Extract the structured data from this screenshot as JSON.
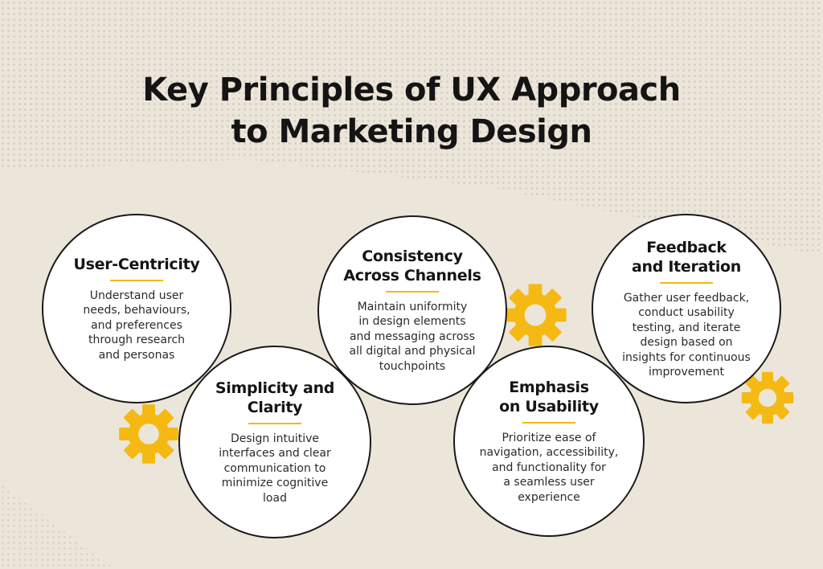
{
  "title": {
    "line1": "Key Principles of UX Approach",
    "line2": "to Marketing Design"
  },
  "principles": [
    {
      "heading": [
        "User-Centricity"
      ],
      "text": [
        "Understand user",
        "needs, behaviours,",
        "and preferences",
        "through research",
        "and personas"
      ]
    },
    {
      "heading": [
        "Simplicity and",
        "Clarity"
      ],
      "text": [
        "Design intuitive",
        "interfaces and clear",
        "communication to",
        "minimize cognitive",
        "load"
      ]
    },
    {
      "heading": [
        "Consistency",
        "Across Channels"
      ],
      "text": [
        "Maintain uniformity",
        "in design elements",
        "and messaging across",
        "all digital and physical",
        "touchpoints"
      ]
    },
    {
      "heading": [
        "Emphasis",
        "on Usability"
      ],
      "text": [
        "Prioritize ease of",
        "navigation, accessibility,",
        "and functionality for",
        "a seamless user",
        "experience"
      ]
    },
    {
      "heading": [
        "Feedback",
        "and Iteration"
      ],
      "text": [
        "Gather user feedback,",
        "conduct usability",
        "testing, and iterate",
        "design based on",
        "insights for continuous",
        "improvement"
      ]
    }
  ],
  "colors": {
    "background": "#ece5d9",
    "accent": "#f5b914",
    "border": "#1a1a1a",
    "circle_fill": "#ffffff"
  },
  "icons": [
    "gear-icon",
    "gear-icon",
    "gear-icon"
  ]
}
